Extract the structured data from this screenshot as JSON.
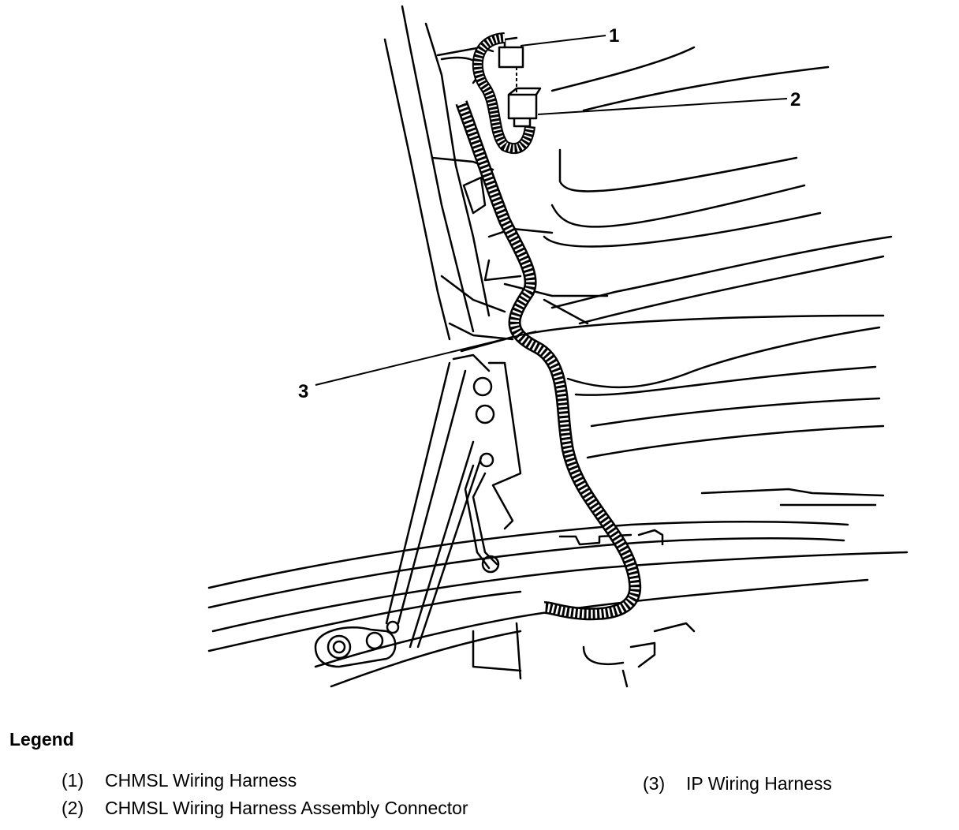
{
  "callouts": [
    {
      "number": "1"
    },
    {
      "number": "2"
    },
    {
      "number": "3"
    }
  ],
  "legend": {
    "title": "Legend",
    "items": [
      {
        "number": "(1)",
        "label": "CHMSL Wiring Harness"
      },
      {
        "number": "(2)",
        "label": "CHMSL Wiring Harness Assembly Connector"
      },
      {
        "number": "(3)",
        "label": "IP Wiring Harness"
      }
    ]
  }
}
